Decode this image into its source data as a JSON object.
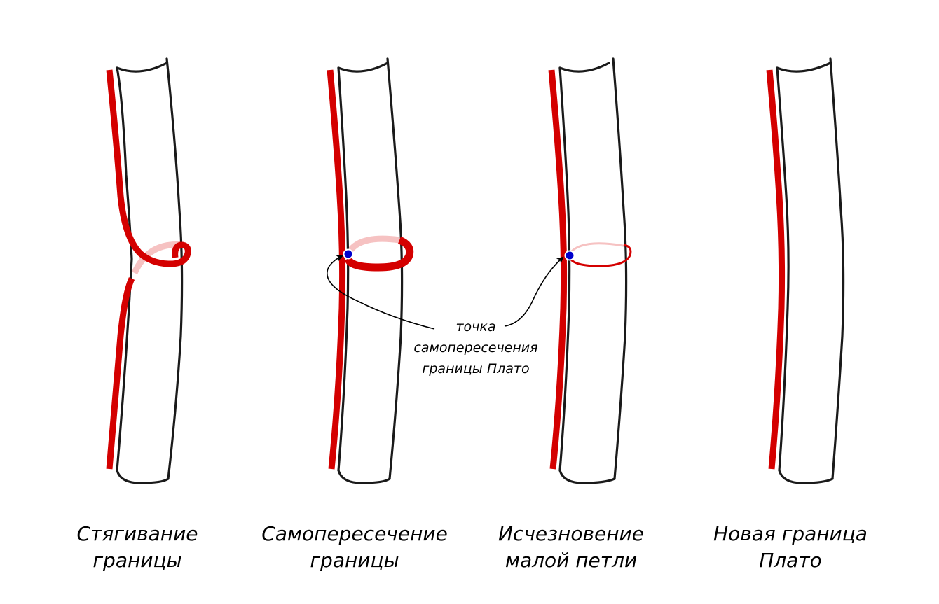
{
  "colors": {
    "boundary": "#d40000",
    "boundary_faded": "#f6c2c2",
    "outline": "#1a1a1a",
    "point_fill": "#0000cc",
    "point_stroke": "#ffffff"
  },
  "panels": [
    {
      "caption_line1": "Стягивание",
      "caption_line2": "границы"
    },
    {
      "caption_line1": "Самопересечение",
      "caption_line2": "границы"
    },
    {
      "caption_line1": "Исчезновение",
      "caption_line2": "малой петли"
    },
    {
      "caption_line1": "Новая граница",
      "caption_line2": "Плато"
    }
  ],
  "annotation": {
    "line1": "точка",
    "line2": "самопересечения",
    "line3": "границы Плато"
  }
}
